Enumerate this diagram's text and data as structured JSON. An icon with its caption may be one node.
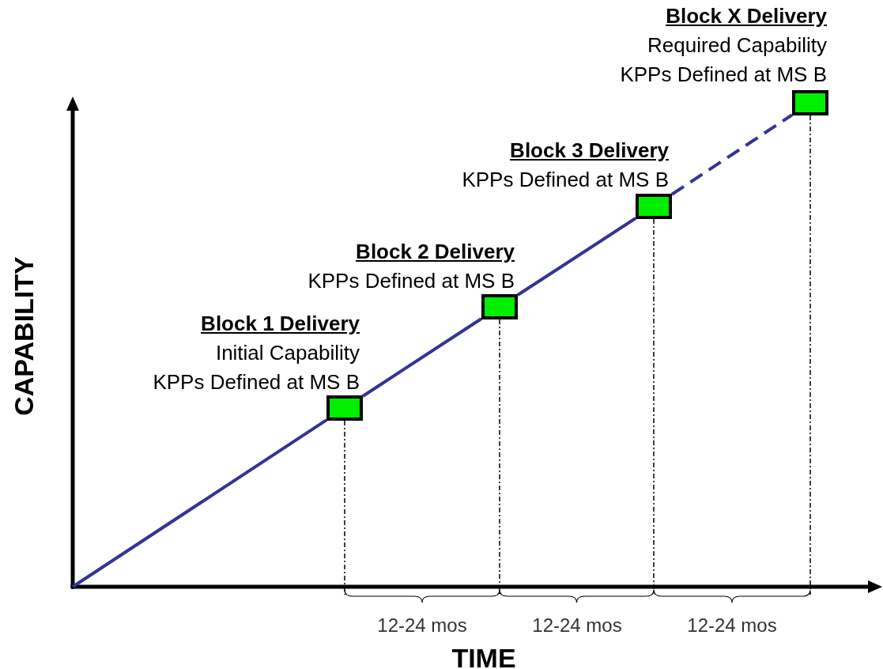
{
  "diagram": {
    "nodes": [
      {
        "text": [],
        "shape": "box",
        "beside": [
          "Block 1 Delivery",
          "Initial Capability",
          "KPPs Defined at MS B"
        ]
      },
      {
        "text": [],
        "shape": "box",
        "beside": [
          "Block 2 Delivery",
          "KPPs Defined at MS B"
        ]
      },
      {
        "text": [],
        "shape": "box",
        "beside": [
          "Block 3 Delivery",
          "KPPs Defined at MS B"
        ]
      },
      {
        "text": [],
        "shape": "box",
        "beside": [
          "Block X Delivery",
          "Required Capability",
          "KPPs Defined at MS B"
        ]
      },
      {
        "text": [],
        "shape": "point"
      }
    ],
    "edges": [
      {
        "from": 4,
        "to": 0,
        "arrow": "none"
      },
      {
        "from": 0,
        "to": 1,
        "arrow": "none"
      },
      {
        "from": 1,
        "to": 2,
        "arrow": "none"
      },
      {
        "from": 2,
        "to": 3,
        "arrow": "none",
        "style": "dashed"
      }
    ],
    "labels": [
      "CAPABILITY",
      "12-24 mos",
      "12-24 mos",
      "12-24 mos",
      "TIME"
    ]
  }
}
